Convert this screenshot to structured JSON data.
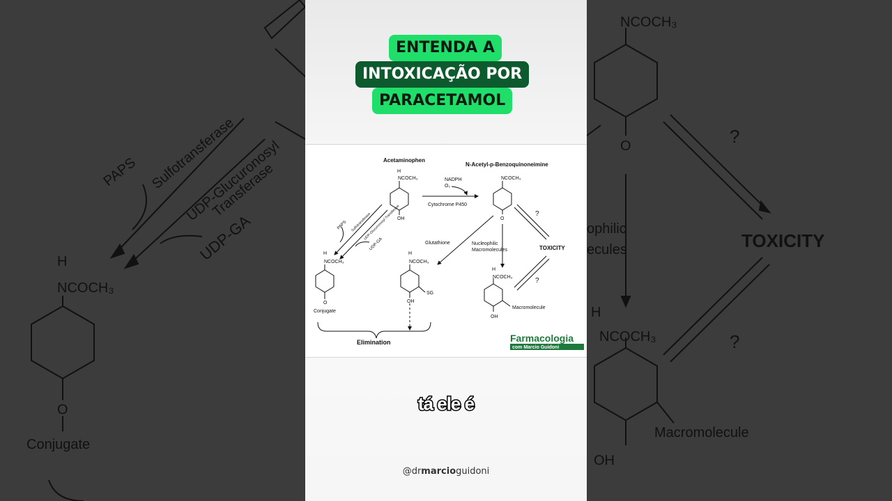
{
  "title": {
    "line1": "ENTENDA A",
    "line2": "INTOXICAÇÃO POR",
    "line3": "PARACETAMOL"
  },
  "diagram": {
    "acetaminophen": "Acetaminophen",
    "napqi": "N-Acetyl-p-Benzoquinoneimine",
    "nadph": "NADPH",
    "o2": "O₂",
    "cyp": "Cytochrome P450",
    "nhcoch3": "NCOCH₃",
    "h": "H",
    "oh": "OH",
    "o": "O",
    "paps": "PAPS",
    "sulfo": "Sulfotransferase",
    "udp_gt": "UDP-Glucuronosyl Transferase",
    "udp_ga": "UDP-GA",
    "glutathione": "Glutathione",
    "nucleophilic": "Nucleophilic",
    "macromolecules": "Macromolecules",
    "toxicity": "TOXICITY",
    "question": "?",
    "sg": "SG",
    "conjugate": "Conjugate",
    "macromolecule": "Macromolecule",
    "elimination": "Elimination",
    "logo_main": "Farmacologia",
    "logo_sub": "com Marcio Guidoni"
  },
  "background_left": {
    "paps": "PAPS",
    "sulfo": "Sulfotransferase",
    "udp_gt": "UDP-Glucuronosyl",
    "transferase": "Transferase",
    "udp_ga": "UDP-GA",
    "h": "H",
    "nhcoch3": "NCOCH₃",
    "o": "O",
    "conjugate": "Conjugate"
  },
  "background_right": {
    "nhcoch3_top": "NCOCH₃",
    "o": "O",
    "question": "?",
    "toxicity": "TOXICITY",
    "philic": "ophilic",
    "cules": "ecules",
    "h": "H",
    "nhcoch3": "NCOCH₃",
    "macromolecule": "Macromolecule",
    "oh": "OH"
  },
  "caption": "tá ele é",
  "handle": {
    "prefix": "@dr",
    "bold": "marcio",
    "suffix": "guidoni"
  }
}
